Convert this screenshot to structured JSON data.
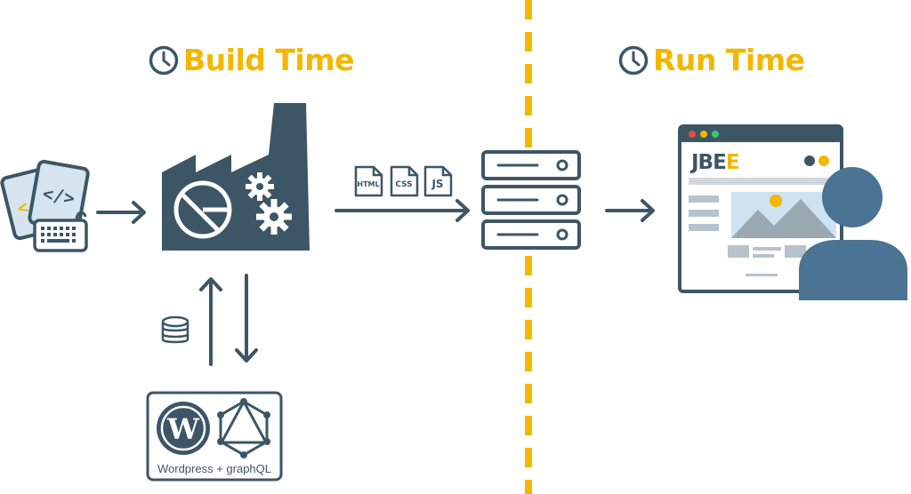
{
  "titles": {
    "build_time": "Build Time",
    "run_time": "Run Time"
  },
  "assets": {
    "html": "HTML",
    "css": "CSS",
    "js": "JS"
  },
  "data_source": {
    "caption": "Wordpress + graphQL"
  },
  "browser_brand": {
    "prefix": "JBE",
    "accent": "E"
  },
  "colors": {
    "accent": "#f3b700",
    "primary": "#3d5666",
    "person": "#4a7394"
  },
  "icons": [
    "clock-icon",
    "code-files-icon",
    "keyboard-icon",
    "gatsby-factory-icon",
    "gear-icon",
    "server-icon",
    "database-icon",
    "wordpress-icon",
    "graphql-icon",
    "browser-window-icon",
    "user-icon"
  ]
}
